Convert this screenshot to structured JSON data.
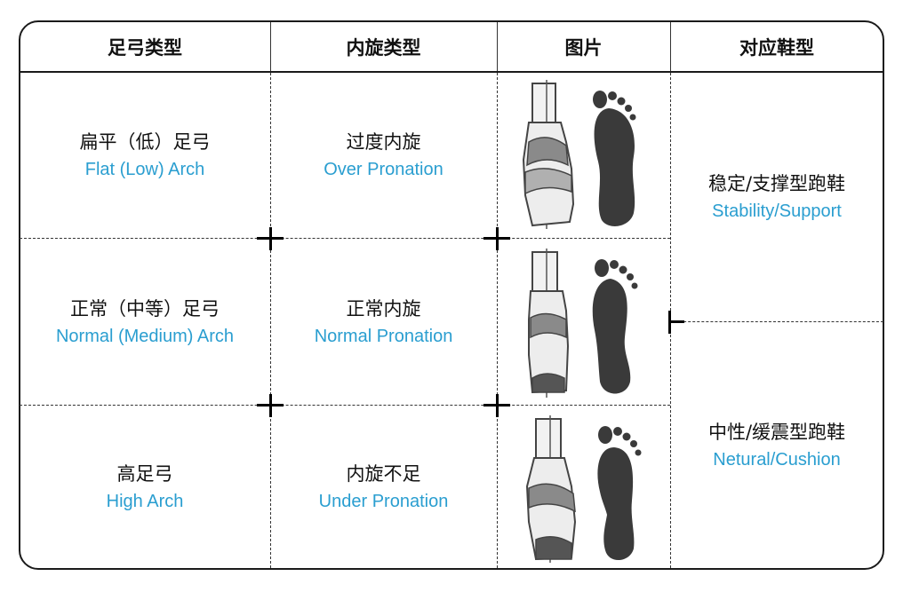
{
  "header": {
    "col1": "足弓类型",
    "col2": "内旋类型",
    "col3": "图片",
    "col4": "对应鞋型"
  },
  "rows": [
    {
      "arch_zh": "扁平（低）足弓",
      "arch_en": "Flat (Low) Arch",
      "pronation_zh": "过度内旋",
      "pronation_en": "Over Pronation"
    },
    {
      "arch_zh": "正常（中等）足弓",
      "arch_en": "Normal (Medium) Arch",
      "pronation_zh": "正常内旋",
      "pronation_en": "Normal Pronation"
    },
    {
      "arch_zh": "高足弓",
      "arch_en": "High Arch",
      "pronation_zh": "内旋不足",
      "pronation_en": "Under Pronation"
    }
  ],
  "shoes": [
    {
      "zh": "稳定/支撑型跑鞋",
      "en": "Stability/Support"
    },
    {
      "zh": "中性/缓震型跑鞋",
      "en": "Netural/Cushion"
    }
  ],
  "colors": {
    "english_text": "#2a9ed0",
    "text": "#111111",
    "border": "#1a1a1a",
    "footprint": "#3a3a3a"
  }
}
